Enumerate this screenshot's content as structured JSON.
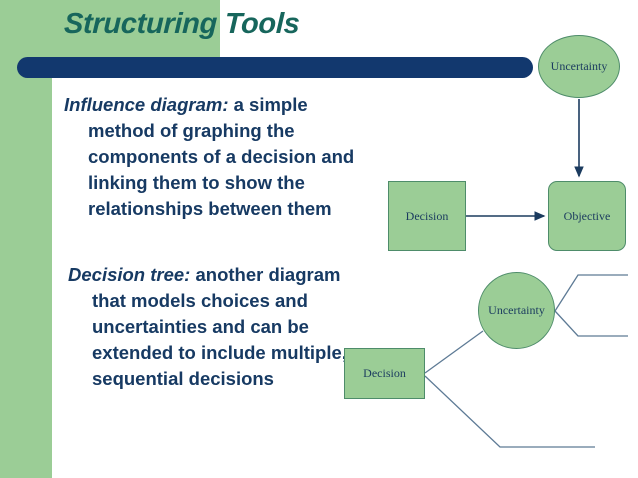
{
  "slide": {
    "title": "Structuring Tools",
    "title_color": "#17665c",
    "accent_green": "#9bcd96",
    "accent_navy": "#12386e",
    "body_text_color": "#173a63",
    "node_border_color": "#4e8c6a",
    "edge_color": "#1b3b5f",
    "tree_edge_color": "#5d7a95"
  },
  "body": {
    "paragraphs": [
      {
        "lead": "Influence diagram:",
        "text": " a simple method of graphing the components of a decision and linking them to show the relationships between them"
      },
      {
        "lead": "Decision tree:",
        "text": " another diagram that models choices and uncertainties and can be extended to include multiple, sequential decisions"
      }
    ]
  },
  "influence_diagram": {
    "nodes": [
      {
        "id": "uncertainty",
        "label": "Uncertainty",
        "shape": "ellipse"
      },
      {
        "id": "decision",
        "label": "Decision",
        "shape": "rectangle"
      },
      {
        "id": "objective",
        "label": "Objective",
        "shape": "rounded-rectangle"
      }
    ],
    "edges": [
      {
        "from": "uncertainty",
        "to": "objective",
        "arrow": true
      },
      {
        "from": "decision",
        "to": "objective",
        "arrow": true
      }
    ]
  },
  "decision_tree": {
    "nodes": [
      {
        "id": "decision",
        "label": "Decision",
        "shape": "rectangle"
      },
      {
        "id": "uncertainty",
        "label": "Uncertainty",
        "shape": "circle"
      }
    ],
    "branches": [
      {
        "from": "decision",
        "to": "uncertainty"
      },
      {
        "from": "decision",
        "to": "lower-outcome"
      },
      {
        "from": "uncertainty",
        "to": "upper-outcome"
      },
      {
        "from": "uncertainty",
        "to": "middle-outcome"
      }
    ]
  }
}
